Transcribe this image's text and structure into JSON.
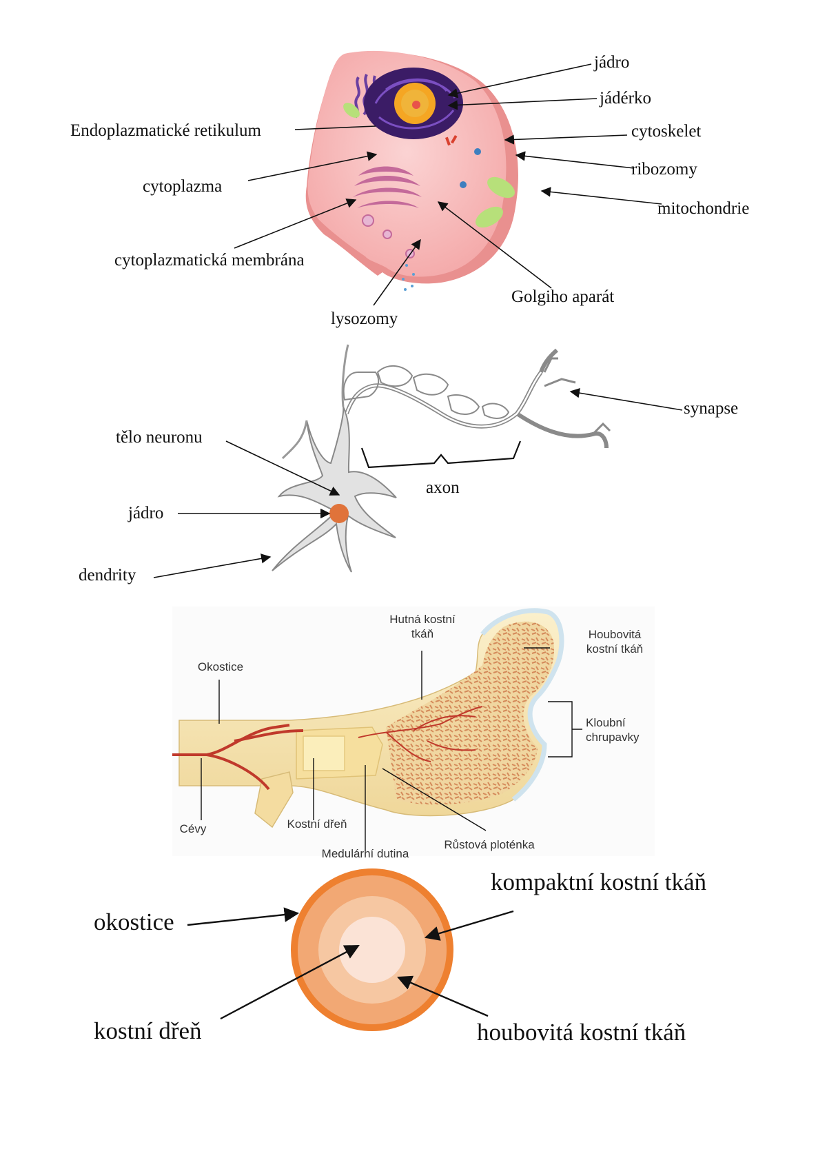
{
  "colors": {
    "cell_membrane": "#f3a3a3",
    "cell_fill": "#f8c1c1",
    "nucleus": "#3b1c66",
    "nucleolus": "#f5a623",
    "golgi": "#c46a9a",
    "mitochondria": "#b7e07a",
    "neuron_fill": "#e2e2e2",
    "neuron_nucleus": "#e0733a",
    "bone_shaft": "#f7e7b8",
    "spongy_bone": "#e9c98f",
    "vessels": "#c0392b",
    "cartilage": "#cfe3ee",
    "periosteum_ring": "#ee8030",
    "compact_ring": "#f2a874",
    "spongy_ring": "#f6c7a2",
    "marrow": "#fbe3d6"
  },
  "cell": {
    "labels": {
      "nucleus": "jádro",
      "nucleolus": "jádérko",
      "er": "Endoplazmatické retikulum",
      "cytoskeleton": "cytoskelet",
      "cytoplasm": "cytoplazma",
      "ribosomes": "ribozomy",
      "mitochondria": "mitochondrie",
      "membrane": "cytoplazmatická membrána",
      "golgi": "Golgiho aparát",
      "lysosomes": "lysozomy"
    }
  },
  "neuron": {
    "labels": {
      "synapse": "synapse",
      "body": "tělo neuronu",
      "axon": "axon",
      "nucleus": "jádro",
      "dendrites": "dendrity"
    }
  },
  "bone": {
    "labels": {
      "compact_l1": "Hutná kostní",
      "compact_l2": "tkáň",
      "spongy_l1": "Houbovitá",
      "spongy_l2": "kostní tkáň",
      "periosteum": "Okostice",
      "cartilage_l1": "Kloubní",
      "cartilage_l2": "chrupavky",
      "vessels": "Cévy",
      "marrow": "Kostní dřeň",
      "growth_plate": "Růstová ploténka",
      "medullary": "Medulární dutina"
    }
  },
  "cross_section": {
    "labels": {
      "periosteum": "okostice",
      "compact": "kompaktní kostní tkáň",
      "marrow": "kostní dřeň",
      "spongy": "houbovitá kostní tkáň"
    }
  }
}
